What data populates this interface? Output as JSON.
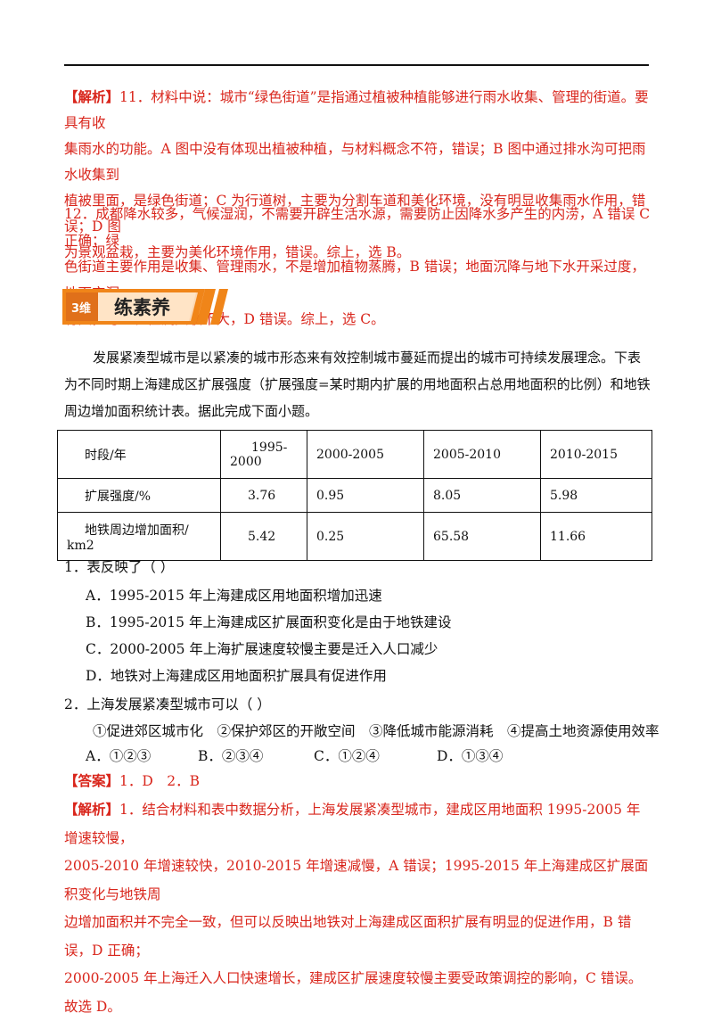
{
  "top_analysis": {
    "tag": "【解析】",
    "lines": [
      "11．材料中说：城市“绿色街道”是指通过植被种植能够进行雨水收集、管理的街道。要具有收",
      "集雨水的功能。A 图中没有体现出植被种植，与材料概念不符，错误；B 图中通过排水沟可把雨水收集到",
      "植被里面，是绿色街道；C 为行道树，主要为分割车道和美化环境，没有明显收集雨水作用，错误；D 图",
      "为景观盆栽，主要为美化环境作用，错误。综上，选 B。"
    ],
    "q12_lines": [
      "12．成都降水较多，气候湿润，不需要开辟生活水源，需要防止因降水多产生的内涝，A 错误 C 正确；绿",
      "色街道主要作用是收集、管理雨水，不是增加植物蒸腾，B 错误；地面沉降与地下水开采过度，地下空洞",
      "有关，与地表径流关联不大，D 错误。综上，选 C。"
    ]
  },
  "section": {
    "tag": "3维",
    "title": "练素养"
  },
  "intro_lines": [
    "发展紧凑型城市是以紧凑的城市形态来有效控制城市蔓延而提出的城市可持续发展理念。下表为不同",
    "时期上海建成区扩展强度（扩展强度=某时期内扩展的用地面积占总用地面积的比例）和地铁周边增加面",
    "积统计表。据此完成下面小题。"
  ],
  "table": {
    "header": [
      "时段/年",
      "1995-2000",
      "2000-2005",
      "2005-2010",
      "2010-2015"
    ],
    "rows": [
      [
        "扩展强度/%",
        "3.76",
        "0.95",
        "8.05",
        "5.98"
      ],
      [
        "地铁周边增加面积/km2",
        "5.42",
        "0.25",
        "65.58",
        "11.66"
      ]
    ],
    "row1_label_line1": "地铁周边增加面积/",
    "row1_label_line2": "km2",
    "header_col1_line1": "1995-",
    "header_col1_line2": "2000"
  },
  "q1": {
    "stem": "1．表反映了（    ）",
    "options": [
      "A．1995-2015 年上海建成区用地面积增加迅速",
      "B．1995-2015 年上海建成区扩展面积变化是由于地铁建设",
      "C．2000-2005 年上海扩展速度较慢主要是迁入人口减少",
      "D．地铁对上海建成区用地面积扩展具有促进作用"
    ]
  },
  "q2": {
    "stem": "2．上海发展紧凑型城市可以（    ）",
    "statements": "①促进郊区城市化　②保护郊区的开敞空间　③降低城市能源消耗　④提高土地资源使用效率",
    "options": [
      "A．①②③",
      "B．②③④",
      "C．①②④",
      "D．①③④"
    ]
  },
  "answer": {
    "tag": "【答案】",
    "text": "1．D　2．B"
  },
  "bottom_analysis": {
    "tag": "【解析】",
    "lines": [
      "1．结合材料和表中数据分析，上海发展紧凑型城市，建成区用地面积 1995-2005 年增速较慢，",
      "2005-2010 年增速较快，2010-2015 年增速减慢，A 错误；1995-2015 年上海建成区扩展面积变化与地铁周",
      "边增加面积并不完全一致，但可以反映出地铁对上海建成区面积扩展有明显的促进作用，B 错误，D 正确；",
      "2000-2005 年上海迁入人口快速增长，建成区扩展速度较慢主要受政策调控的影响，C 错误。故选 D。"
    ]
  },
  "colors": {
    "accent_red": "#d9261c",
    "banner_orange": "#f08519"
  }
}
